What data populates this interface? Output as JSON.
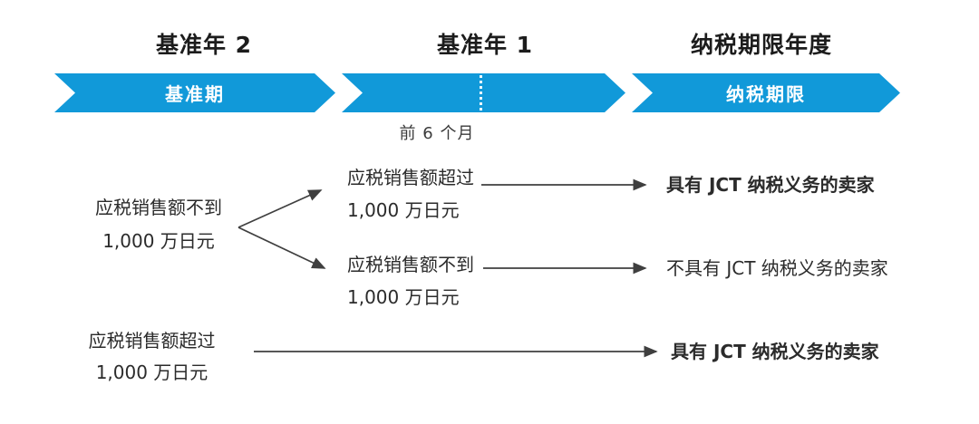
{
  "colors": {
    "band_blue": "#1199D9",
    "header_text": "#1c1c1c",
    "flow_text": "#2b2b2b",
    "arrow": "#3f3f3f"
  },
  "header": {
    "year_labels": [
      {
        "label": "基准年 2"
      },
      {
        "label": "基准年 1"
      },
      {
        "label": "纳税期限年度"
      }
    ]
  },
  "timeline_band": {
    "segments": [
      {
        "label": "基准期"
      },
      {
        "label": ""
      },
      {
        "label": "纳税期限"
      }
    ],
    "first_six_months_label": "前 6 个月"
  },
  "flow": {
    "root": {
      "line1": "应税销售额不到",
      "line2": "1,000 万日元"
    },
    "branch_over": {
      "line1": "应税销售额超过",
      "line2": "1,000 万日元"
    },
    "branch_under": {
      "line1": "应税销售额不到",
      "line2": "1,000 万日元"
    },
    "result_liable_top": "具有 JCT 纳税义务的卖家",
    "result_not_liable": "不具有 JCT 纳税义务的卖家",
    "bottom": {
      "line1": "应税销售额超过",
      "line2": "1,000 万日元"
    },
    "result_liable_bottom": "具有 JCT 纳税义务的卖家"
  }
}
